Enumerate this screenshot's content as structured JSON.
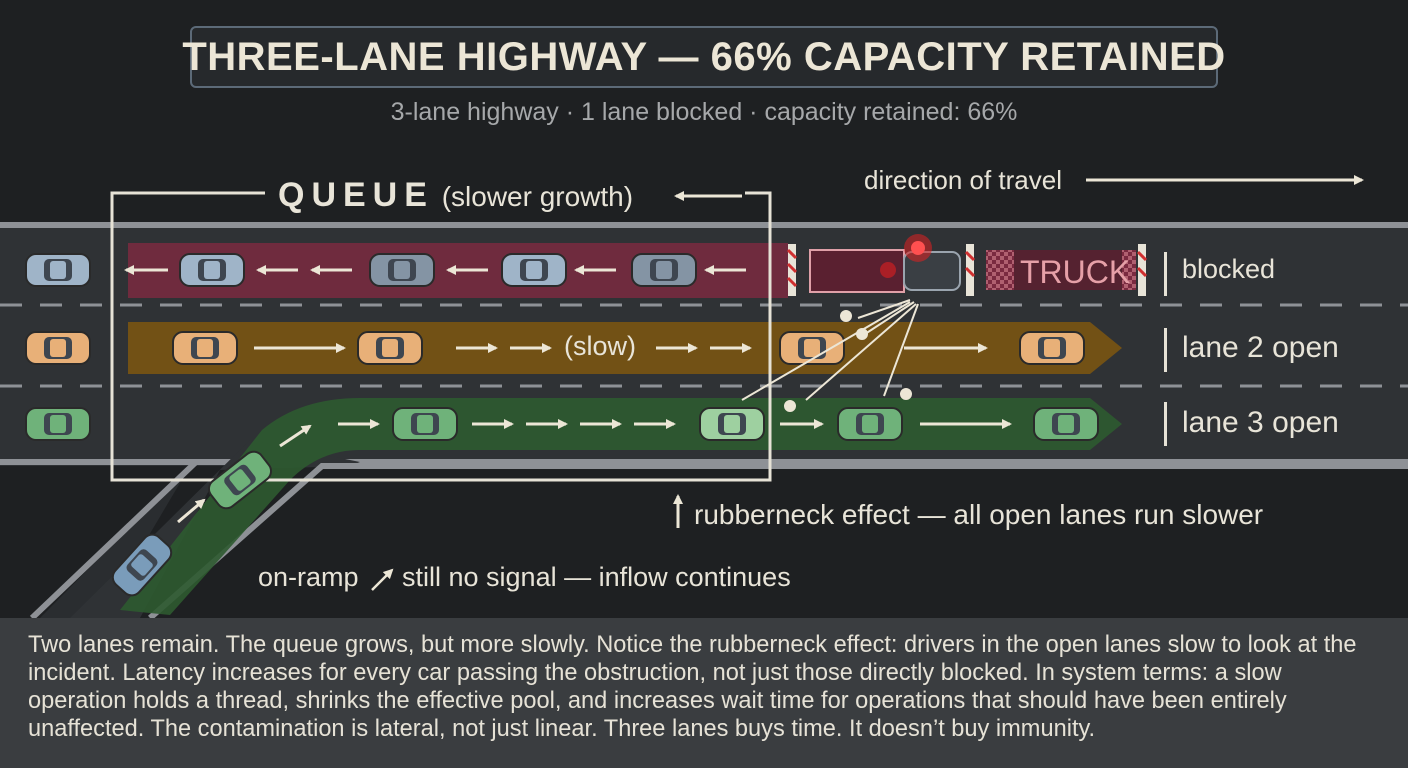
{
  "header": {
    "title": "THREE-LANE HIGHWAY — 66% CAPACITY RETAINED",
    "subtitle": "3-lane highway · 1 lane blocked · capacity retained: 66%"
  },
  "labels": {
    "queue_word": "QUEUE",
    "queue_note": "(slower growth)",
    "direction": "direction of travel",
    "truck": "TRUCK",
    "slow": "(slow)",
    "lane1": "blocked",
    "lane2": "lane 2 open",
    "lane3": "lane 3 open",
    "rubberneck": "rubberneck effect — all open lanes run slower",
    "onramp_a": "on-ramp",
    "onramp_b": "still no signal — inflow continues"
  },
  "description": "Two lanes remain. The queue grows, but more slowly. Notice the rubberneck effect: drivers in the open lanes slow to look at the incident. Latency increases for every car passing the obstruction, not just those directly blocked. In system terms: a slow operation holds a thread, shrinks the effective pool, and increases wait time for operations that should have been entirely unaffected. The contamination is lateral, not just linear. Three lanes buys time. It doesn’t buy immunity.",
  "colors": {
    "lane1_band": "#7a2a40",
    "lane2_band": "#7a5412",
    "lane3_band": "#2e5a30",
    "car_blue": "#9fb4c8",
    "car_orange": "#e8b078",
    "car_green": "#6fb27a",
    "alert_red": "#e02020"
  }
}
